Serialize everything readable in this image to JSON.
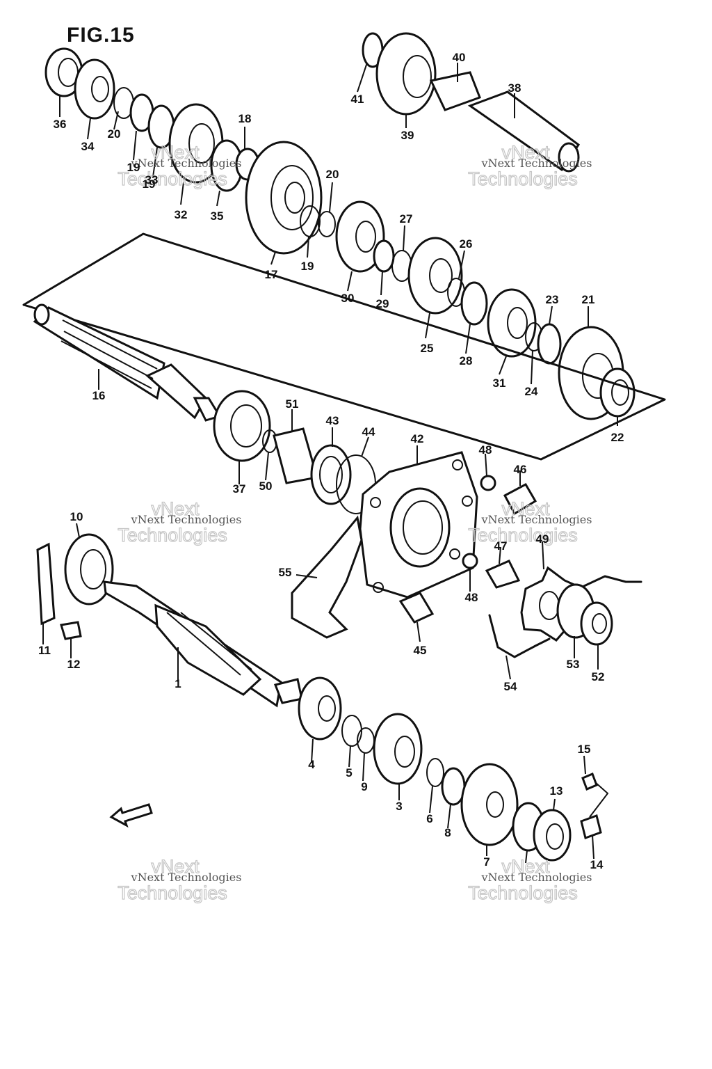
{
  "figure": {
    "title": "FIG.15"
  },
  "watermark": {
    "line1": "vNext Technologies",
    "line2": "Technologies",
    "line3": "vNext"
  },
  "labels": [
    "1",
    "3",
    "4",
    "5",
    "6",
    "7",
    "8",
    "9",
    "10",
    "11",
    "12",
    "13",
    "14",
    "15",
    "16",
    "17",
    "18",
    "19",
    "19",
    "19",
    "20",
    "20",
    "21",
    "22",
    "23",
    "24",
    "25",
    "26",
    "27",
    "28",
    "29",
    "30",
    "31",
    "32",
    "33",
    "34",
    "35",
    "36",
    "37",
    "38",
    "39",
    "40",
    "41",
    "42",
    "43",
    "44",
    "45",
    "46",
    "47",
    "48",
    "48",
    "49",
    "50",
    "51",
    "52",
    "53",
    "54",
    "55"
  ]
}
